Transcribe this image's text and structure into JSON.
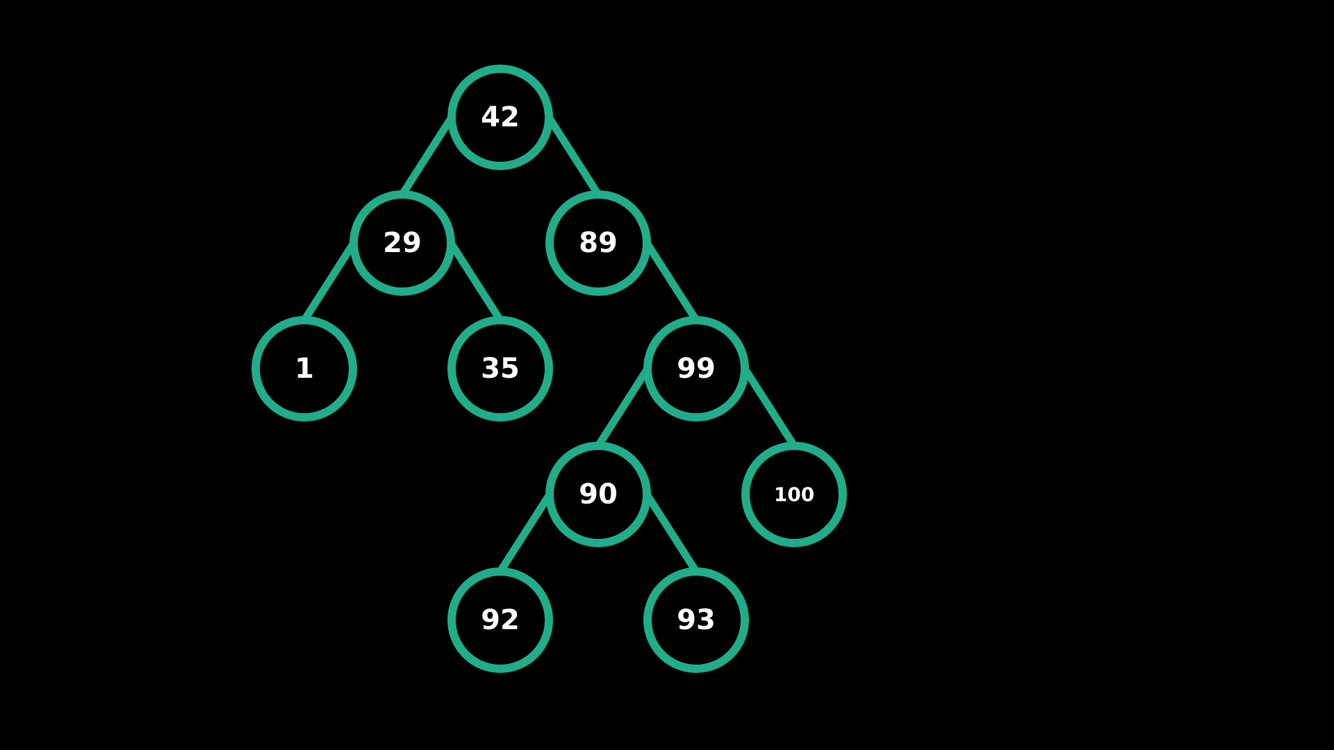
{
  "diagram": {
    "type": "binary-search-tree",
    "colors": {
      "background": "#000000",
      "node_stroke": "#21ad8a",
      "edge": "#21ad8a",
      "label": "#ffffff"
    },
    "nodes": [
      {
        "id": "n42",
        "label": "42"
      },
      {
        "id": "n29",
        "label": "29"
      },
      {
        "id": "n89",
        "label": "89"
      },
      {
        "id": "n1",
        "label": "1"
      },
      {
        "id": "n35",
        "label": "35"
      },
      {
        "id": "n99",
        "label": "99"
      },
      {
        "id": "n90",
        "label": "90"
      },
      {
        "id": "n100",
        "label": "100"
      },
      {
        "id": "n92",
        "label": "92"
      },
      {
        "id": "n93",
        "label": "93"
      }
    ],
    "edges": [
      {
        "from": "n42",
        "to": "n29"
      },
      {
        "from": "n42",
        "to": "n89"
      },
      {
        "from": "n29",
        "to": "n1"
      },
      {
        "from": "n29",
        "to": "n35"
      },
      {
        "from": "n89",
        "to": "n99"
      },
      {
        "from": "n99",
        "to": "n90"
      },
      {
        "from": "n99",
        "to": "n100"
      },
      {
        "from": "n90",
        "to": "n92"
      },
      {
        "from": "n90",
        "to": "n93"
      }
    ]
  }
}
